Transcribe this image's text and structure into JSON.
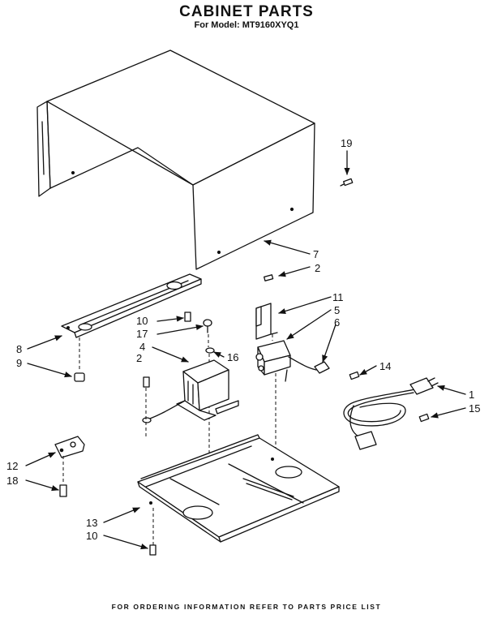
{
  "title": "CABINET PARTS",
  "subtitle": "For Model: MT9160XYQ1",
  "footer": "FOR ORDERING INFORMATION REFER TO PARTS PRICE LIST",
  "callouts": {
    "c19": "19",
    "c7": "7",
    "c2a": "2",
    "c11": "11",
    "c5": "5",
    "c6": "6",
    "c10a": "10",
    "c17": "17",
    "c16": "16",
    "c4": "4",
    "c2b": "2",
    "c8": "8",
    "c9": "9",
    "c14": "14",
    "c1": "1",
    "c15": "15",
    "c12": "12",
    "c18": "18",
    "c13": "13",
    "c10b": "10"
  }
}
